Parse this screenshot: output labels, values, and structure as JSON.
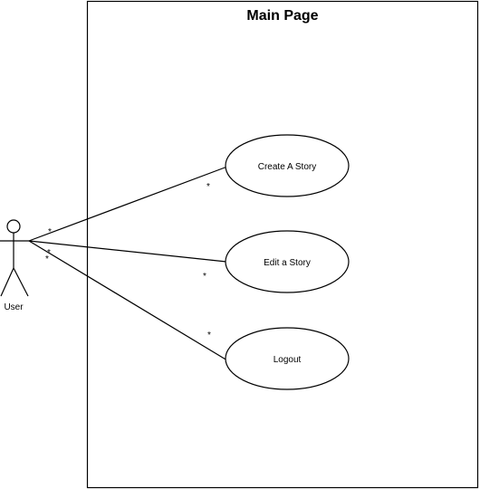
{
  "system": {
    "title": "Main Page"
  },
  "actor": {
    "name": "User"
  },
  "use_cases": [
    {
      "label": "Create A Story"
    },
    {
      "label": "Edit a Story"
    },
    {
      "label": "Logout"
    }
  ],
  "associations": [
    {
      "actor_multiplicity": "*",
      "use_case_multiplicity": "*"
    },
    {
      "actor_multiplicity": "*",
      "use_case_multiplicity": "*"
    },
    {
      "actor_multiplicity": "*",
      "use_case_multiplicity": "*"
    }
  ]
}
